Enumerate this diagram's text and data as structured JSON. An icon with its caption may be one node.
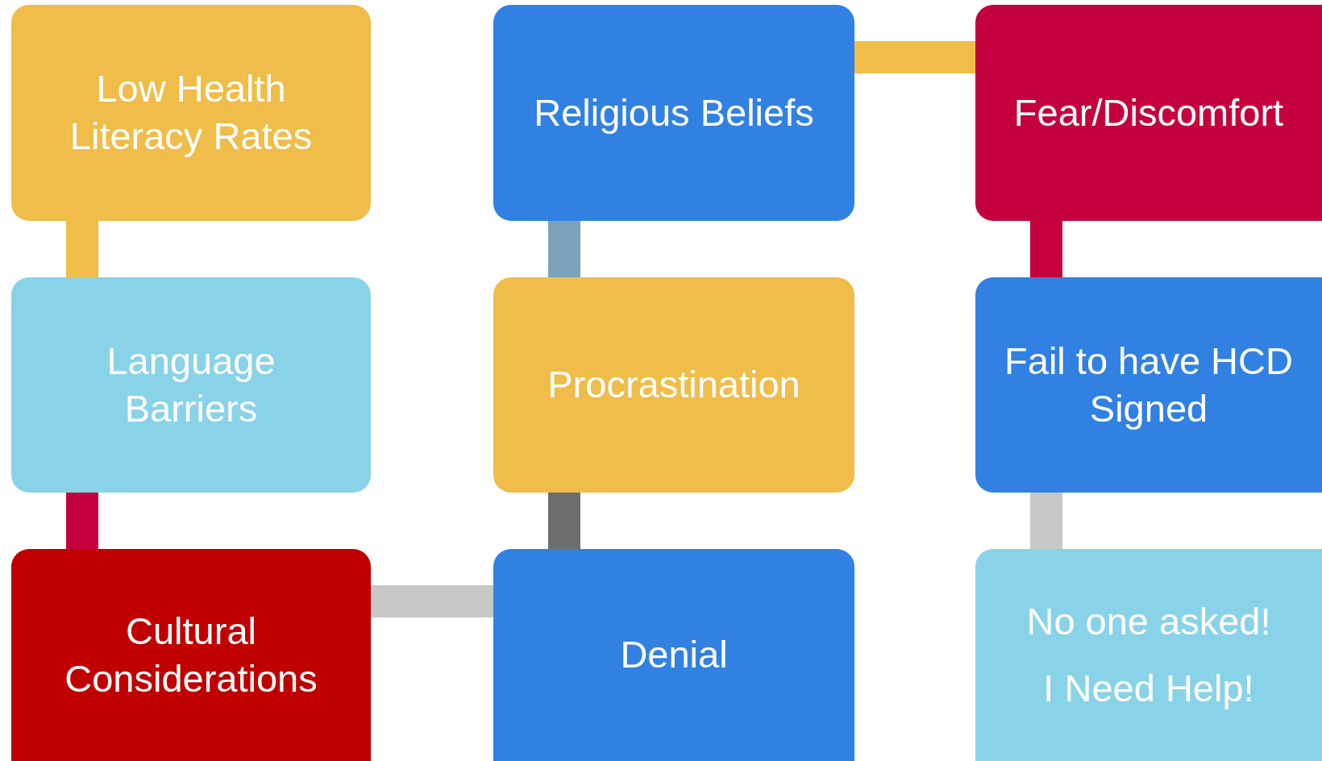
{
  "diagram": {
    "nodes": [
      {
        "text": [
          "Low Health Literacy Rates"
        ]
      },
      {
        "text": [
          "Language Barriers"
        ]
      },
      {
        "text": [
          "Cultural Considerations"
        ]
      },
      {
        "text": [
          "Denial"
        ]
      },
      {
        "text": [
          "Procrastination"
        ]
      },
      {
        "text": [
          "Religious Beliefs"
        ]
      },
      {
        "text": [
          "Fear/Discomfort"
        ]
      },
      {
        "text": [
          "Fail to have HCD Signed"
        ]
      },
      {
        "text": [
          "No one asked!",
          "I Need Help!"
        ]
      }
    ],
    "edges": [
      {
        "from": 0,
        "to": 1,
        "arrow": "none",
        "color": "#f0bd4a"
      },
      {
        "from": 1,
        "to": 2,
        "arrow": "none",
        "color": "#c4003f"
      },
      {
        "from": 2,
        "to": 3,
        "arrow": "none",
        "color": "#c8c9c6"
      },
      {
        "from": 3,
        "to": 4,
        "arrow": "none",
        "color": "#6e6e6e"
      },
      {
        "from": 4,
        "to": 5,
        "arrow": "none",
        "color": "#7aa3bb"
      },
      {
        "from": 5,
        "to": 6,
        "arrow": "none",
        "color": "#f0bd4a"
      },
      {
        "from": 6,
        "to": 7,
        "arrow": "none",
        "color": "#c4003f"
      },
      {
        "from": 7,
        "to": 8,
        "arrow": "none",
        "color": "#c8c9c6"
      }
    ]
  }
}
